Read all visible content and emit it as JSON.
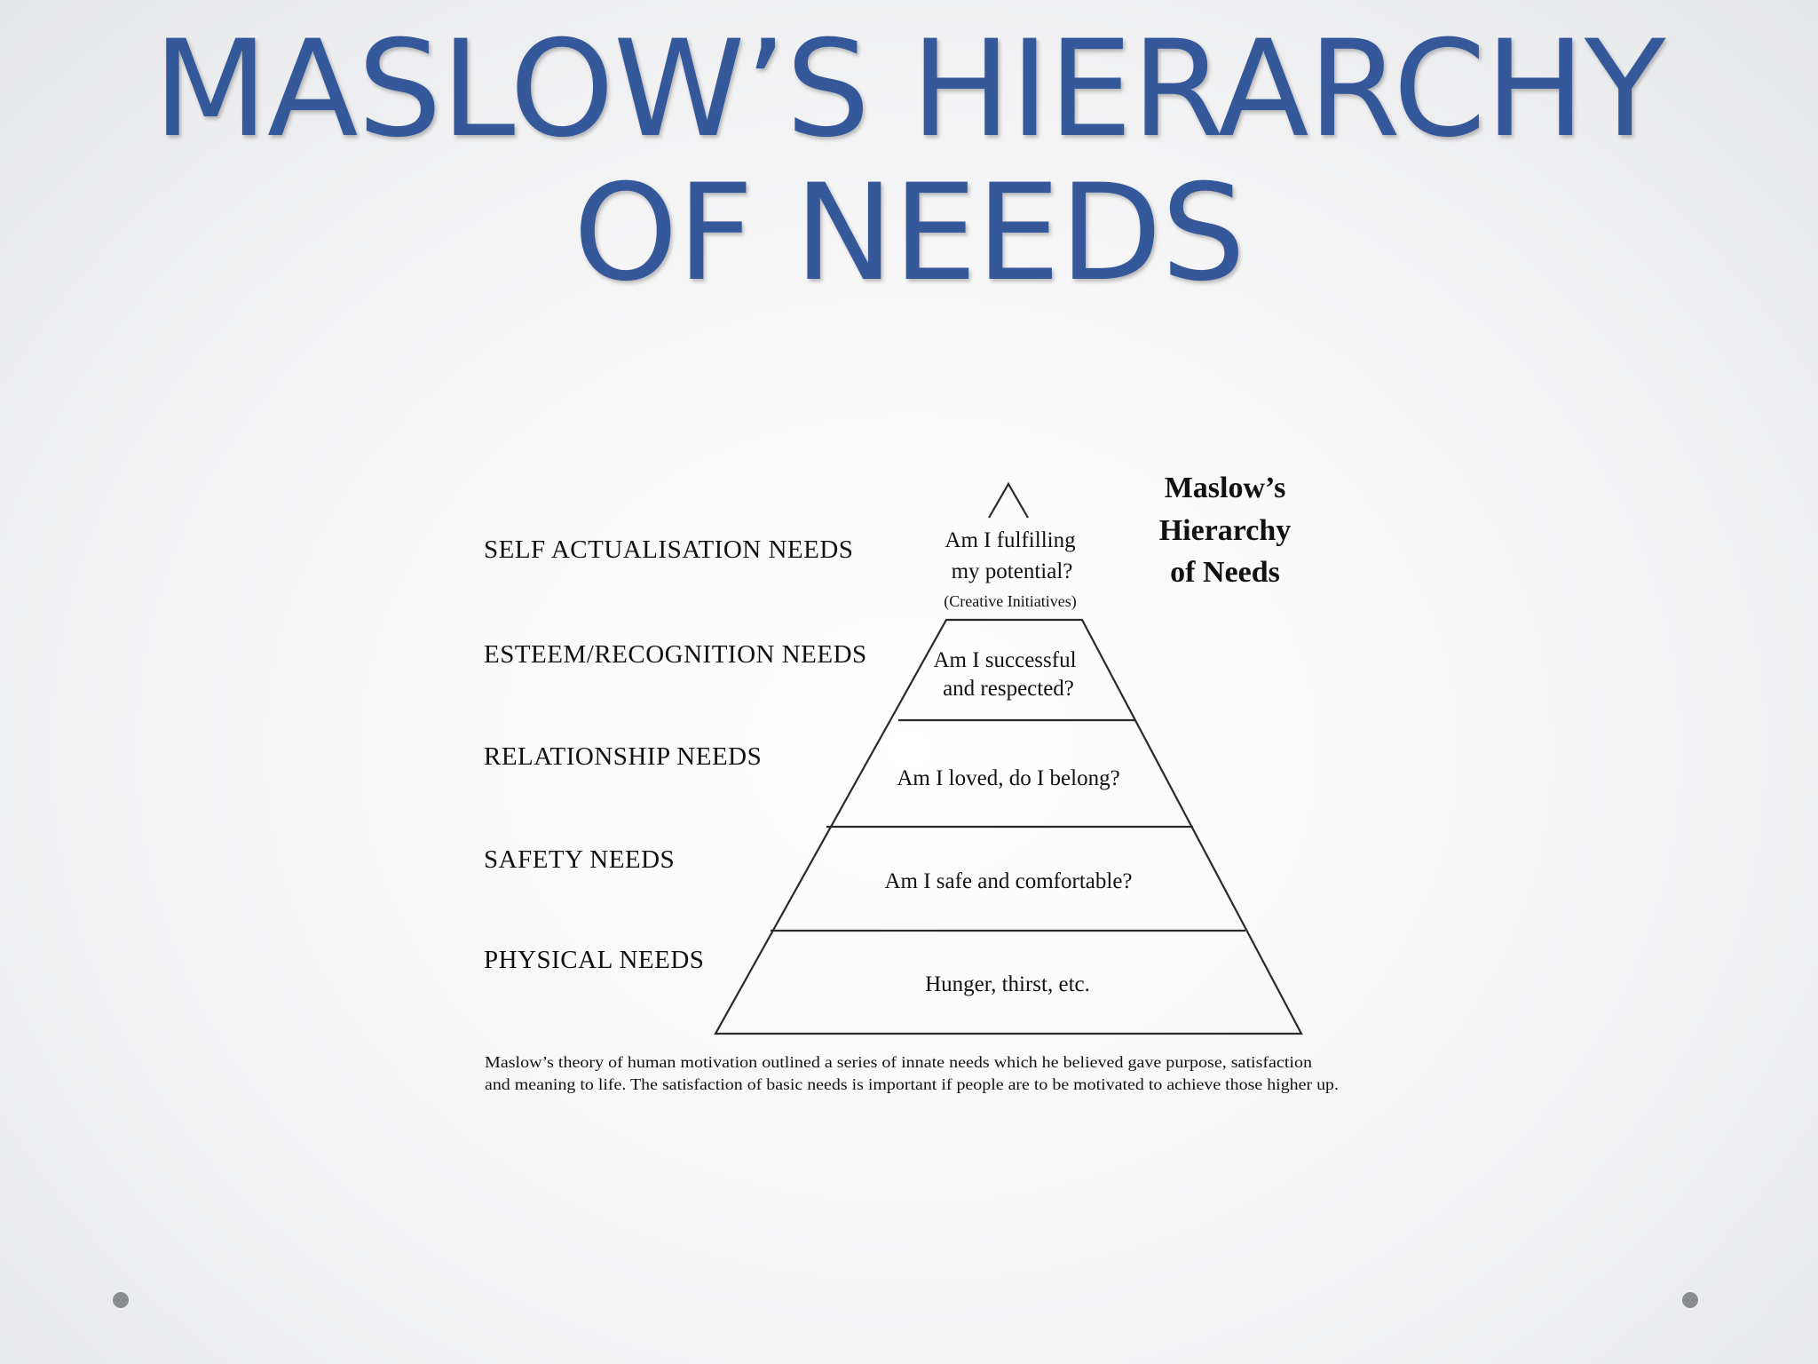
{
  "slide": {
    "title_line1": "MASLOW’S HIERARCHY",
    "title_line2": "OF NEEDS"
  },
  "diagram": {
    "heading": [
      "Maslow’s",
      "Hierarchy",
      "of Needs"
    ],
    "levels": [
      {
        "name": "SELF ACTUALISATION NEEDS",
        "question_lines": [
          "Am I fulfilling",
          "my potential?"
        ],
        "note": "(Creative Initiatives)"
      },
      {
        "name": "ESTEEM/RECOGNITION NEEDS",
        "question_lines": [
          "Am I successful",
          "and respected?"
        ]
      },
      {
        "name": "RELATIONSHIP NEEDS",
        "question_lines": [
          "Am I loved, do I belong?"
        ]
      },
      {
        "name": "SAFETY NEEDS",
        "question_lines": [
          "Am I safe and comfortable?"
        ]
      },
      {
        "name": "PHYSICAL NEEDS",
        "question_lines": [
          "Hunger, thirst, etc."
        ]
      }
    ],
    "caption_lines": [
      "Maslow’s theory of human motivation outlined a series of innate needs which he believed gave purpose, satisfaction",
      "and meaning to life. The satisfaction of basic needs is important if people are to be motivated to achieve those higher up."
    ]
  },
  "colors": {
    "title": "#34589a",
    "line": "#2a2a2a",
    "text": "#111111",
    "dots": "#8a8c8f"
  }
}
